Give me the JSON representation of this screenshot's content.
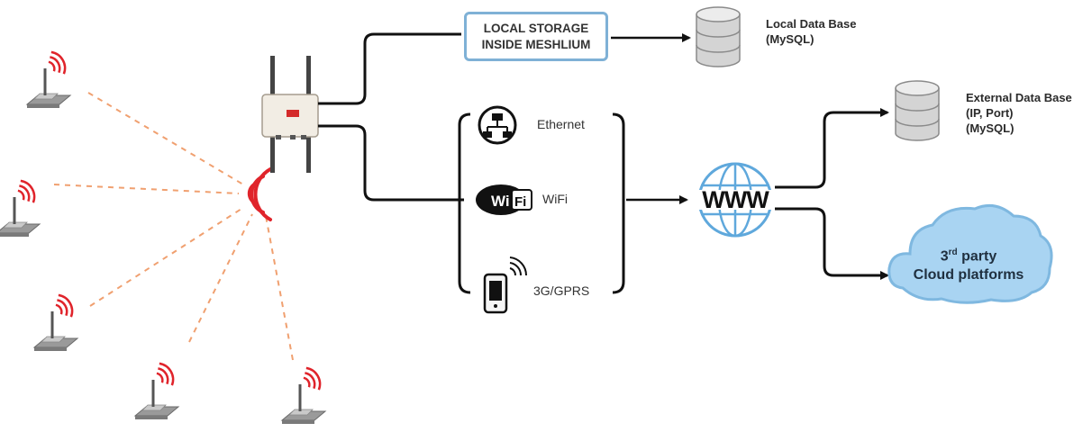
{
  "storage_box": {
    "line1": "LOCAL STORAGE",
    "line2": "INSIDE MESHLIUM"
  },
  "local_db": {
    "line1": "Local Data Base",
    "line2": "(MySQL)"
  },
  "external_db": {
    "line1": "External Data Base",
    "line2": "(IP, Port)",
    "line3": "(MySQL)"
  },
  "connections": {
    "ethernet": "Ethernet",
    "wifi": "WiFi",
    "cellular": "3G/GPRS"
  },
  "wifi_logo_text": "WiFi",
  "www_text": "WWW",
  "cloud": {
    "line1_num": "3",
    "line1_sup": "rd",
    "line1_rest": " party",
    "line2": "Cloud platforms"
  },
  "colors": {
    "signal_red": "#e0242b",
    "dashed_orange": "#f0a070",
    "box_blue": "#7fb1d6",
    "cloud_blue": "#a9d4f2",
    "globe_blue": "#5fa8dc"
  },
  "icons": [
    "sensor-node-icon",
    "router-icon",
    "database-icon",
    "ethernet-icon",
    "wifi-logo-icon",
    "phone-icon",
    "globe-icon",
    "cloud-icon"
  ]
}
